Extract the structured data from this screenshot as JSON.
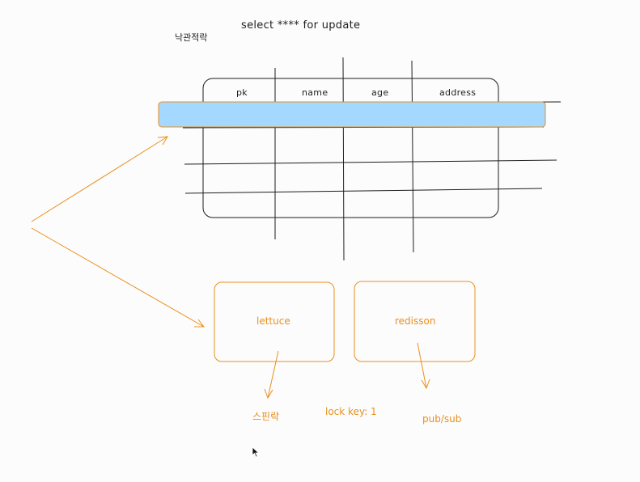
{
  "diagram": {
    "title": "select **** for update",
    "note": "낙관적락",
    "table": {
      "columns": [
        "pk",
        "name",
        "age",
        "address"
      ],
      "highlighted_row_color": "#a5d8ff"
    },
    "boxes": {
      "lettuce": "lettuce",
      "redisson": "redisson"
    },
    "labels": {
      "spin_lock": "스핀락",
      "lock_key": "lock key: 1",
      "pub_sub": "pub/sub"
    },
    "colors": {
      "ink": "#1e1e1e",
      "accent": "#e8901d",
      "highlight": "#a5d8ff",
      "background": "#fcfcfd"
    },
    "icons": [
      "mouse-cursor-icon"
    ]
  }
}
